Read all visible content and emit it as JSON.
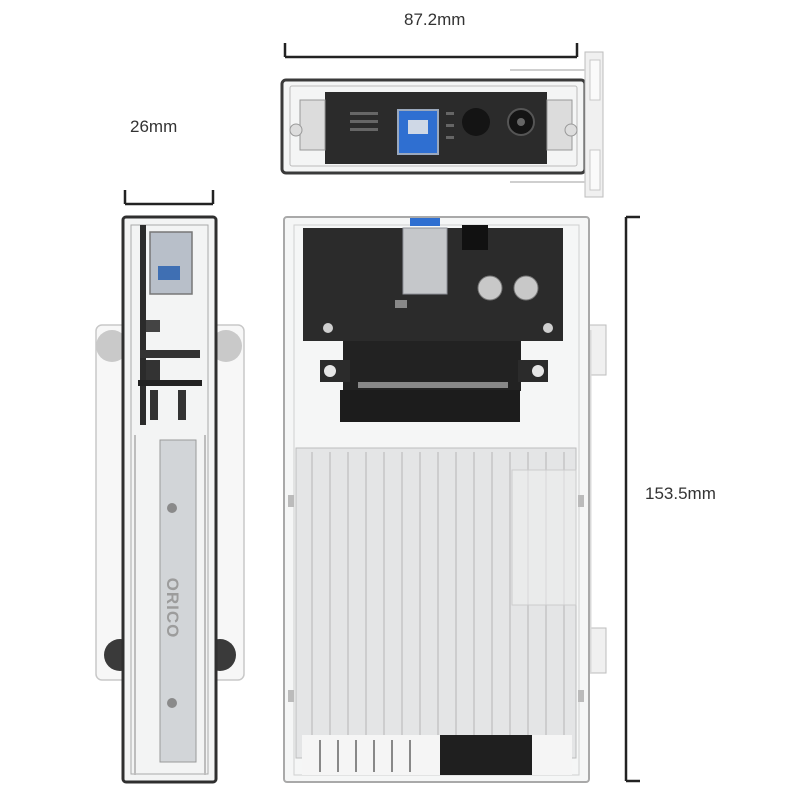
{
  "dimensions": {
    "width": "87.2mm",
    "depth": "26mm",
    "height": "153.5mm"
  },
  "brand": {
    "logo_text": "ORICO"
  },
  "colors": {
    "line": "#222222",
    "case_outline": "#333333",
    "pcb": "#2b2b2b",
    "usb_port": "#2f6fd1",
    "heatsink": "#e2e2e2"
  }
}
